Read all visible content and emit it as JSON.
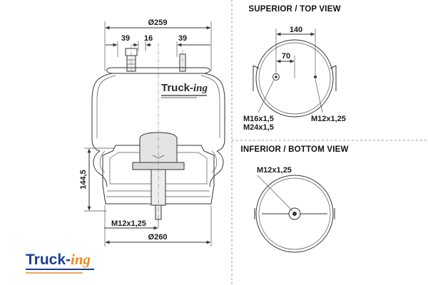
{
  "side_view": {
    "top_diameter": "Ø259",
    "dim_left": "39",
    "dim_mid": "16",
    "dim_right": "39",
    "height": "144,5",
    "bottom_thread": "M12x1,25",
    "bottom_diameter": "Ø260",
    "watermark": {
      "part1": "Truck-",
      "part2": "ing"
    }
  },
  "top_view": {
    "title": "SUPERIOR / TOP VIEW",
    "dim_outer": "140",
    "dim_inner": "70",
    "thread_a1": "M16x1,5",
    "thread_a2": "M24x1,5",
    "thread_b": "M12x1,25"
  },
  "bottom_view": {
    "title": "INFERIOR / BOTTOM VIEW",
    "thread": "M12x1,25"
  },
  "logo": {
    "part1": "Truck-",
    "part2": "ing",
    "color_primary": "#1c3f94",
    "color_accent": "#f08a1c"
  }
}
